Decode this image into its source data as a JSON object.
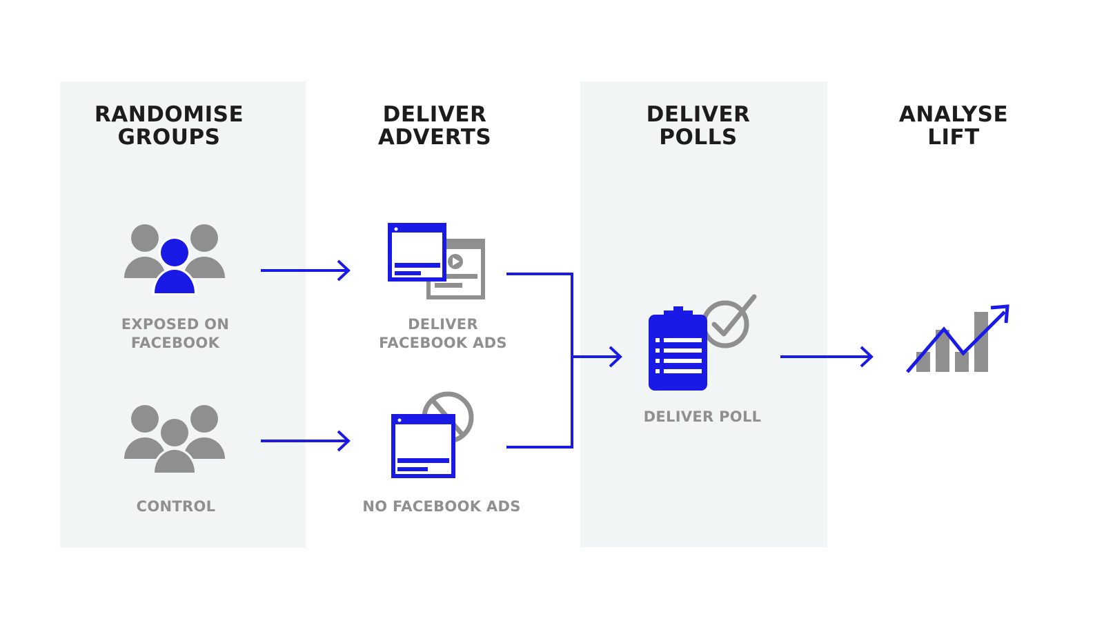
{
  "colors": {
    "accent": "#1a1ae6",
    "icon_gray": "#8f8f8f",
    "panel_bg": "#f2f5f6",
    "title": "#1c1c1c"
  },
  "stages": [
    {
      "line1": "RANDOMISE",
      "line2": "GROUPS"
    },
    {
      "line1": "DELIVER",
      "line2": "ADVERTS"
    },
    {
      "line1": "DELIVER",
      "line2": "POLLS"
    },
    {
      "line1": "ANALYSE",
      "line2": "LIFT"
    }
  ],
  "groups": {
    "exposed": {
      "line1": "EXPOSED ON",
      "line2": "FACEBOOK",
      "icon": "people-group-icon"
    },
    "control": {
      "label": "CONTROL",
      "icon": "people-group-icon"
    }
  },
  "adverts": {
    "deliver": {
      "line1": "DELIVER",
      "line2": "FACEBOOK ADS",
      "icon": "ad-windows-icon"
    },
    "none": {
      "label": "NO FACEBOOK ADS",
      "icon": "blocked-ad-icon"
    }
  },
  "poll": {
    "label": "DELIVER POLL",
    "icon": "clipboard-check-icon"
  },
  "lift": {
    "icon": "bar-chart-trend-icon"
  }
}
